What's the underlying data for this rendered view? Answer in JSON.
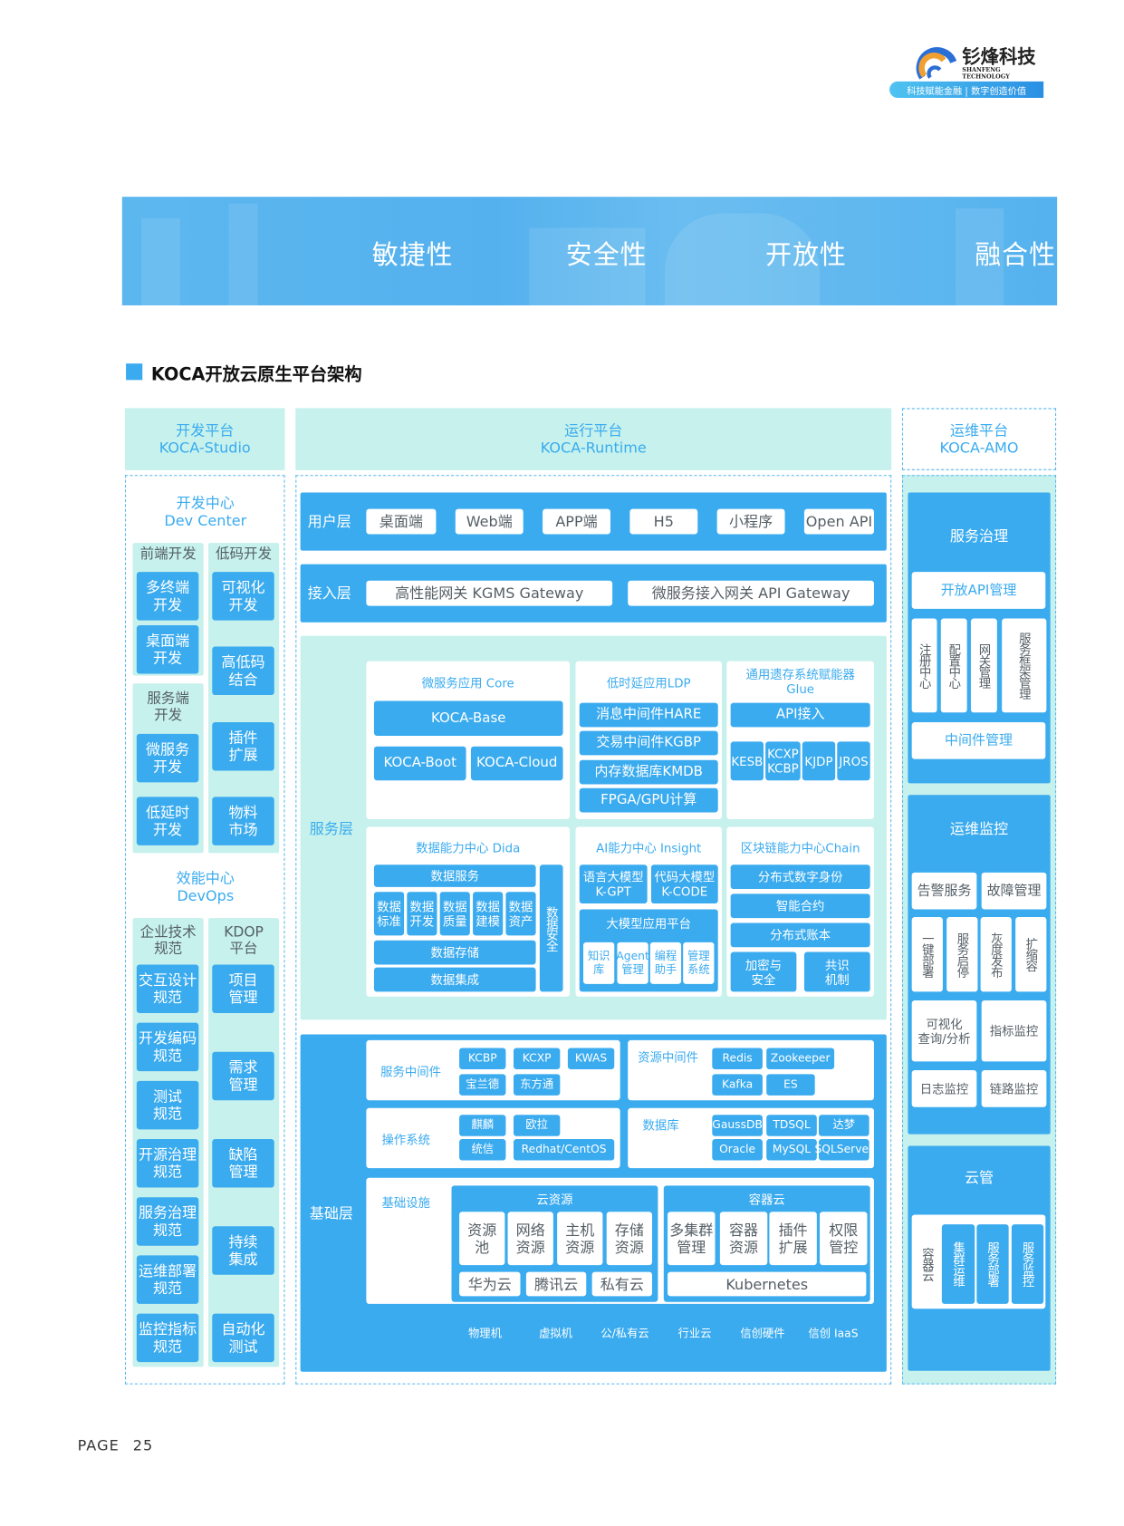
{
  "logo": {
    "name": "钐烽科技",
    "english": "SHANFENG TECHNOLOGY",
    "slogan": "科技赋能金融 | 数字创造价值"
  },
  "banner": [
    "敏捷性",
    "安全性",
    "开放性",
    "融合性"
  ],
  "section_title": "KOCA开放云原生平台架构",
  "studio": {
    "header": "开发平台\nKOCA-Studio",
    "dev_center": "开发中心\nDev Center",
    "frontend": {
      "title": "前端开发",
      "items": [
        "多终端\n开发",
        "桌面端\n开发"
      ]
    },
    "backend": {
      "title": "服务端\n开发",
      "items": [
        "微服务\n开发",
        "低延时\n开发"
      ]
    },
    "lowcode": {
      "title": "低码开发",
      "items": [
        "可视化\n开发",
        "高低码\n结合",
        "插件\n扩展",
        "物料\n市场"
      ]
    },
    "devops_center": "效能中心\nDevOps",
    "standards": {
      "title": "企业技术\n规范",
      "items": [
        "交互设计\n规范",
        "开发编码\n规范",
        "测试\n规范",
        "开源治理\n规范",
        "服务治理\n规范",
        "运维部署\n规范",
        "监控指标\n规范"
      ]
    },
    "kdop": {
      "title": "KDOP\n平台",
      "items": [
        "项目\n管理",
        "需求\n管理",
        "缺陷\n管理",
        "持续\n集成",
        "自动化\n测试"
      ]
    }
  },
  "runtime": {
    "header": "运行平台\nKOCA-Runtime",
    "user_layer": {
      "label": "用户层",
      "items": [
        "桌面端",
        "Web端",
        "APP端",
        "H5",
        "小程序",
        "Open API"
      ]
    },
    "access_layer": {
      "label": "接入层",
      "items": [
        "高性能网关 KGMS Gateway",
        "微服务接入网关 API Gateway"
      ]
    },
    "service_layer": {
      "label": "服务层",
      "core": {
        "title": "微服务应用 Core",
        "items": [
          "KOCA-Base",
          "KOCA-Boot",
          "KOCA-Cloud"
        ]
      },
      "ldp": {
        "title": "低时延应用LDP",
        "items": [
          "消息中间件HARE",
          "交易中间件KGBP",
          "内存数据库KMDB",
          "FPGA/GPU计算"
        ]
      },
      "glue": {
        "title": "通用遗存系统赋能器\nGlue",
        "items": [
          "API接入",
          "KESB",
          "KCXP\nKCBP",
          "KJDP",
          "JROS"
        ]
      },
      "dida": {
        "title": "数据能力中心 Dida",
        "items": [
          "数据服务",
          "数据\n标准",
          "数据\n开发",
          "数据\n质量",
          "数据\n建模",
          "数据\n资产",
          "数据存储",
          "数据集成",
          "数据安全"
        ]
      },
      "insight": {
        "title": "AI能力中心 Insight",
        "items": [
          "语言大模型\nK-GPT",
          "代码大模型\nK-CODE"
        ],
        "platform": {
          "title": "大模型应用平台",
          "items": [
            "知识\n库",
            "Agent\n管理",
            "编程\n助手",
            "管理\n系统"
          ]
        }
      },
      "chain": {
        "title": "区块链能力中心Chain",
        "items": [
          "分布式数字身份",
          "智能合约",
          "分布式账本",
          "加密与\n安全",
          "共识\n机制"
        ]
      }
    },
    "base_layer": {
      "label": "基础层",
      "service_middleware": {
        "label": "服务中间件",
        "items": [
          "KCBP",
          "KCXP",
          "KWAS",
          "宝兰德",
          "东方通"
        ]
      },
      "resource_middleware": {
        "label": "资源中间件",
        "items": [
          "Redis",
          "Zookeeper",
          "Kafka",
          "ES"
        ]
      },
      "os": {
        "label": "操作系统",
        "items": [
          "麒麟",
          "欧拉",
          "统信",
          "Redhat/CentOS"
        ]
      },
      "database": {
        "label": "数据库",
        "items": [
          "GaussDB",
          "TDSQL",
          "达梦",
          "Oracle",
          "MySQL",
          "SQLServer"
        ]
      },
      "infrastructure": {
        "label": "基础设施",
        "cloud_resources": {
          "title": "云资源",
          "items": [
            "资源\n池",
            "网络\n资源",
            "主机\n资源",
            "存储\n资源"
          ],
          "providers": [
            "华为云",
            "腾讯云",
            "私有云"
          ]
        },
        "container_cloud": {
          "title": "容器云",
          "items": [
            "多集群\n管理",
            "容器\n资源",
            "插件\n扩展",
            "权限\n管控"
          ],
          "platform": "Kubernetes"
        },
        "hardware": [
          "物理机",
          "虚拟机",
          "公/私有云",
          "行业云",
          "信创硬件",
          "信创 IaaS"
        ]
      }
    }
  },
  "amo": {
    "header": "运维平台\nKOCA-AMO",
    "governance": {
      "title": "服务治理",
      "items": [
        "开放API管理",
        "注册中心",
        "配置中心",
        "网关管理",
        "服务框架管理",
        "中间件管理"
      ]
    },
    "monitoring": {
      "title": "运维监控",
      "items": [
        "告警服务",
        "故障管理",
        "一键部署",
        "服务启停",
        "灰度发布",
        "扩缩容",
        "可视化\n查询/分析",
        "指标监控",
        "日志监控",
        "链路监控"
      ]
    },
    "cloud_mgmt": {
      "title": "云管",
      "container_cloud": "容器云",
      "items": [
        "集群运维",
        "服务部署",
        "服务监控"
      ]
    }
  },
  "footer": {
    "page_label": "PAGE",
    "page_number": "25"
  }
}
